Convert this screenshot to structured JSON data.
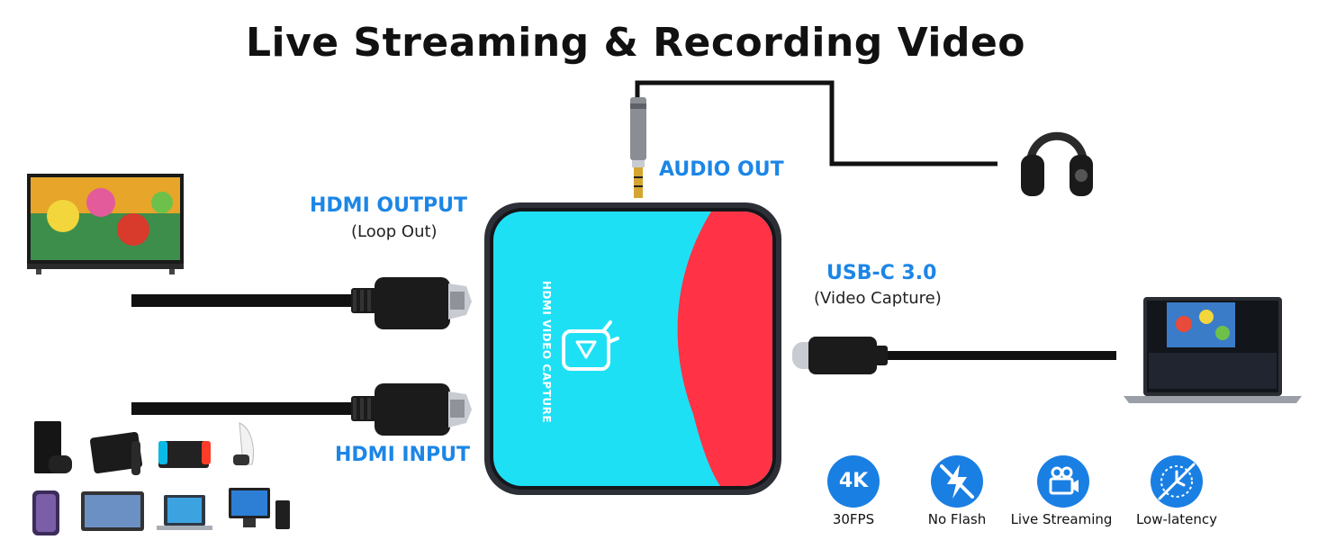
{
  "title": "Live Streaming & Recording Video",
  "ports": {
    "audio_out": "AUDIO OUT",
    "hdmi_output": "HDMI OUTPUT",
    "hdmi_output_sub": "(Loop Out)",
    "hdmi_input": "HDMI INPUT",
    "usbc": "USB-C 3.0",
    "usbc_sub": "(Video Capture)"
  },
  "device": {
    "label": "HDMI VIDEO CAPTURE",
    "colors": {
      "left": "#1ee0f5",
      "right": "#ff3345",
      "frame": "#15171c"
    }
  },
  "features": [
    {
      "icon": "4k-badge-icon",
      "badge": "4K",
      "label": "30FPS"
    },
    {
      "icon": "no-flash-icon",
      "label": "No Flash"
    },
    {
      "icon": "video-camera-icon",
      "label": "Live Streaming"
    },
    {
      "icon": "low-latency-icon",
      "label": "Low-latency"
    }
  ],
  "accent_color": "#1c86e6"
}
